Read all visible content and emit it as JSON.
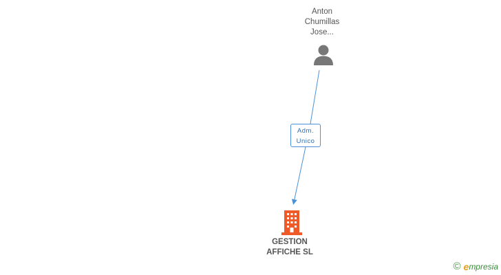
{
  "person": {
    "name_lines": [
      "Anton",
      "Chumillas",
      "Jose..."
    ],
    "icon": "person-icon",
    "color": "#777777"
  },
  "relation": {
    "label_lines": [
      "Adm.",
      "Unico"
    ],
    "color": "#4a90d9"
  },
  "company": {
    "name_lines": [
      "GESTION",
      "AFFICHE SL"
    ],
    "icon": "building-icon",
    "color": "#f05a28"
  },
  "watermark": {
    "symbol": "©",
    "brand_initial": "e",
    "brand_rest": "mpresia"
  }
}
